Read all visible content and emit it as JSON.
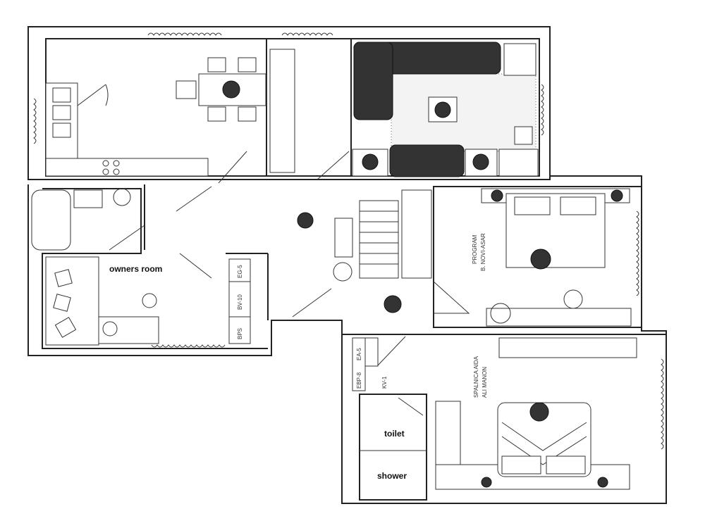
{
  "rooms": {
    "owners_room": "owners room",
    "toilet": "toilet",
    "shower": "shower"
  },
  "handwritten_labels": {
    "kids_room_line1": "PROGRAM",
    "kids_room_line2": "B. NOVI-ASAR",
    "bedroom_line1": "SPALNICA AIDA",
    "bedroom_line2": "ALI MANON",
    "cabinet_1": "EG-5",
    "cabinet_2": "BV-10",
    "cabinet_3": "BPS",
    "cabinet_4": "EA-5",
    "cabinet_5": "EBP-8",
    "cabinet_6": "KV-1"
  },
  "colors": {
    "ink": "#222222",
    "sofa": "#333333",
    "paper": "#ffffff"
  }
}
